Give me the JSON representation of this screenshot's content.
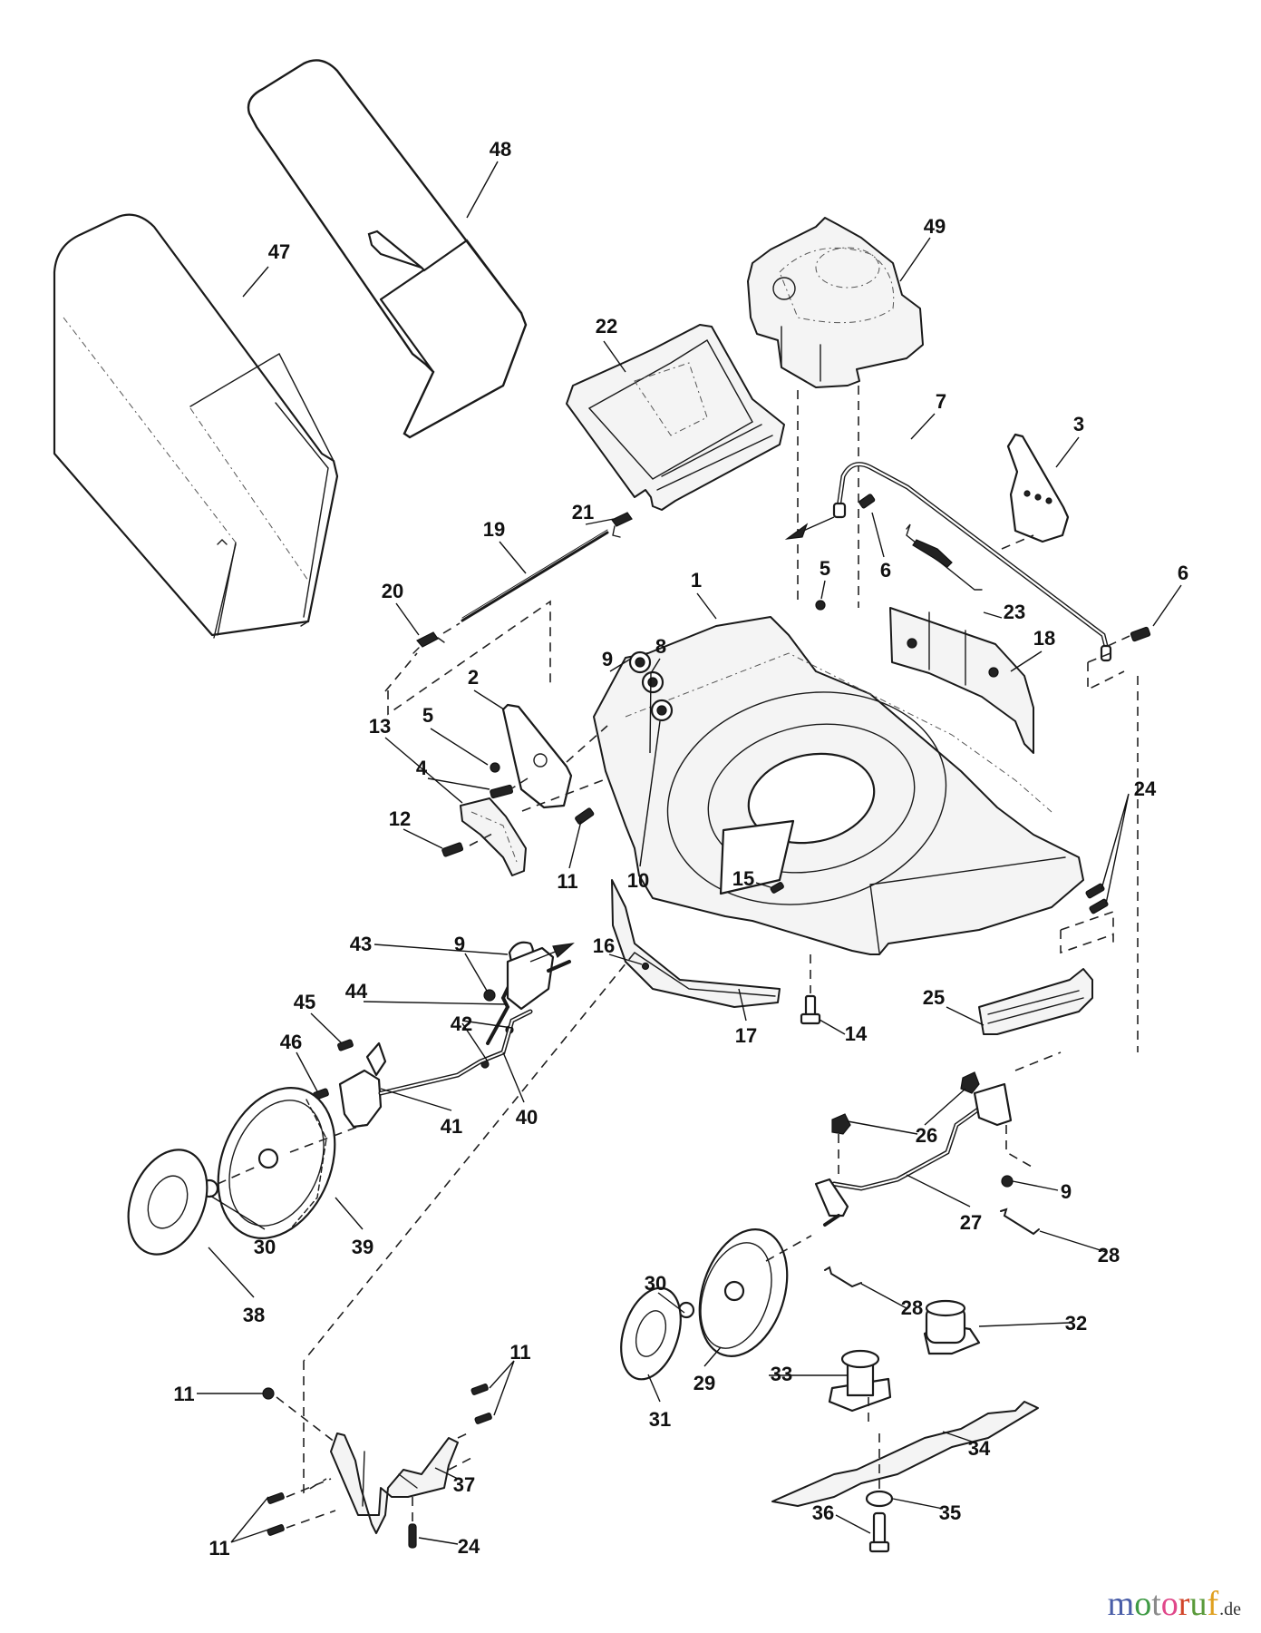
{
  "diagram": {
    "title": "Lawn mower exploded parts view",
    "callouts": [
      {
        "id": "c48",
        "label": "48",
        "part": "grass-bag-frame"
      },
      {
        "id": "c47",
        "label": "47",
        "part": "grass-bag"
      },
      {
        "id": "c49",
        "label": "49",
        "part": "engine"
      },
      {
        "id": "c22",
        "label": "22",
        "part": "rear-flap"
      },
      {
        "id": "c21",
        "label": "21",
        "part": "flap-spring"
      },
      {
        "id": "c19",
        "label": "19",
        "part": "flap-rod"
      },
      {
        "id": "c7",
        "label": "7",
        "part": "height-adjust-rod"
      },
      {
        "id": "c3",
        "label": "3",
        "part": "handle-bracket"
      },
      {
        "id": "c6a",
        "label": "6",
        "part": "bolt"
      },
      {
        "id": "c5a",
        "label": "5",
        "part": "nut"
      },
      {
        "id": "c6b",
        "label": "6",
        "part": "bolt"
      },
      {
        "id": "c23",
        "label": "23",
        "part": "tension-spring"
      },
      {
        "id": "c1",
        "label": "1",
        "part": "deck"
      },
      {
        "id": "c20",
        "label": "20",
        "part": "spring"
      },
      {
        "id": "c9a",
        "label": "9",
        "part": "nut"
      },
      {
        "id": "c8",
        "label": "8",
        "part": "nut"
      },
      {
        "id": "c18",
        "label": "18",
        "part": "side-guard"
      },
      {
        "id": "c2",
        "label": "2",
        "part": "bracket"
      },
      {
        "id": "c5b",
        "label": "5",
        "part": "nut"
      },
      {
        "id": "c13",
        "label": "13",
        "part": "height-quadrant"
      },
      {
        "id": "c4",
        "label": "4",
        "part": "bolt"
      },
      {
        "id": "c24a",
        "label": "24",
        "part": "screws"
      },
      {
        "id": "c12",
        "label": "12",
        "part": "screw"
      },
      {
        "id": "c10",
        "label": "10",
        "part": "nut"
      },
      {
        "id": "c11a",
        "label": "11",
        "part": "screw"
      },
      {
        "id": "c15",
        "label": "15",
        "part": "screw"
      },
      {
        "id": "c43",
        "label": "43",
        "part": "lever-knob"
      },
      {
        "id": "c9b",
        "label": "9",
        "part": "nut"
      },
      {
        "id": "c16",
        "label": "16",
        "part": "rivet"
      },
      {
        "id": "c25",
        "label": "25",
        "part": "front-guard"
      },
      {
        "id": "c44",
        "label": "44",
        "part": "height-lever"
      },
      {
        "id": "c42",
        "label": "42",
        "part": "nuts"
      },
      {
        "id": "c45",
        "label": "45",
        "part": "screw"
      },
      {
        "id": "c14",
        "label": "14",
        "part": "bolt"
      },
      {
        "id": "c17",
        "label": "17",
        "part": "trim-strip"
      },
      {
        "id": "c46",
        "label": "46",
        "part": "screw"
      },
      {
        "id": "c41",
        "label": "41",
        "part": "lever-bracket"
      },
      {
        "id": "c40",
        "label": "40",
        "part": "rear-axle"
      },
      {
        "id": "c26",
        "label": "26",
        "part": "clips"
      },
      {
        "id": "c9c",
        "label": "9",
        "part": "nut"
      },
      {
        "id": "c27",
        "label": "27",
        "part": "front-axle"
      },
      {
        "id": "c30a",
        "label": "30",
        "part": "wheel-nut"
      },
      {
        "id": "c39",
        "label": "39",
        "part": "rear-wheel"
      },
      {
        "id": "c28a",
        "label": "28",
        "part": "spring-clip"
      },
      {
        "id": "c38",
        "label": "38",
        "part": "hub-cap"
      },
      {
        "id": "c30b",
        "label": "30",
        "part": "wheel-nut"
      },
      {
        "id": "c28b",
        "label": "28",
        "part": "spring-clip"
      },
      {
        "id": "c32",
        "label": "32",
        "part": "blade-adapter"
      },
      {
        "id": "c11b",
        "label": "11",
        "part": "screws"
      },
      {
        "id": "c11c",
        "label": "11",
        "part": "screw"
      },
      {
        "id": "c29",
        "label": "29",
        "part": "front-wheel"
      },
      {
        "id": "c33",
        "label": "33",
        "part": "blade-holder"
      },
      {
        "id": "c31",
        "label": "31",
        "part": "hub-cap"
      },
      {
        "id": "c34",
        "label": "34",
        "part": "blade"
      },
      {
        "id": "c37",
        "label": "37",
        "part": "mulch-plug"
      },
      {
        "id": "c36",
        "label": "36",
        "part": "blade-bolt"
      },
      {
        "id": "c35",
        "label": "35",
        "part": "washer"
      },
      {
        "id": "c11d",
        "label": "11",
        "part": "screws"
      },
      {
        "id": "c24b",
        "label": "24",
        "part": "screw"
      }
    ]
  },
  "watermark": {
    "letters": [
      {
        "ch": "m",
        "color": "#4a5ea8"
      },
      {
        "ch": "o",
        "color": "#3f9a45"
      },
      {
        "ch": "t",
        "color": "#8a8a8a"
      },
      {
        "ch": "o",
        "color": "#e0478a"
      },
      {
        "ch": "r",
        "color": "#d2452a"
      },
      {
        "ch": "u",
        "color": "#5a9a3a"
      },
      {
        "ch": "f",
        "color": "#e0a020"
      }
    ],
    "tld": ".de"
  }
}
